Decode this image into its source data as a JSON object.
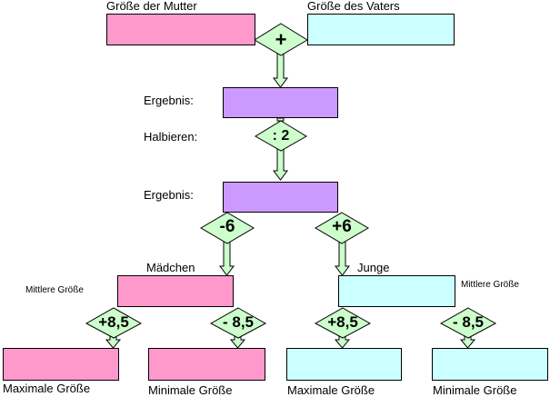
{
  "labels": {
    "mother_size": "Größe der Mutter",
    "father_size": "Größe des Vaters",
    "result_1": "Ergebnis:",
    "halve": "Halbieren:",
    "result_2": "Ergebnis:",
    "girl": "Mädchen",
    "boy": "Junge",
    "mean_size_left": "Mittlere Größe",
    "mean_size_right": "Mittlere Größe",
    "max_girl": "Maximale Größe",
    "min_girl": "Minimale Größe",
    "max_boy": "Maximale Größe",
    "min_boy": "Minimale Größe"
  },
  "operators": {
    "add": "+",
    "divide": ": 2",
    "minus_six": "-6",
    "plus_six": "+6",
    "plus_85_girl": "+8,5",
    "minus_85_girl": "- 8,5",
    "plus_85_boy": "+8,5",
    "minus_85_boy": "- 8,5"
  },
  "colors": {
    "pink": "#ff99cc",
    "cyan": "#ccffff",
    "lavender": "#cc99ff",
    "green": "#ccffcc",
    "stroke": "#000000"
  }
}
